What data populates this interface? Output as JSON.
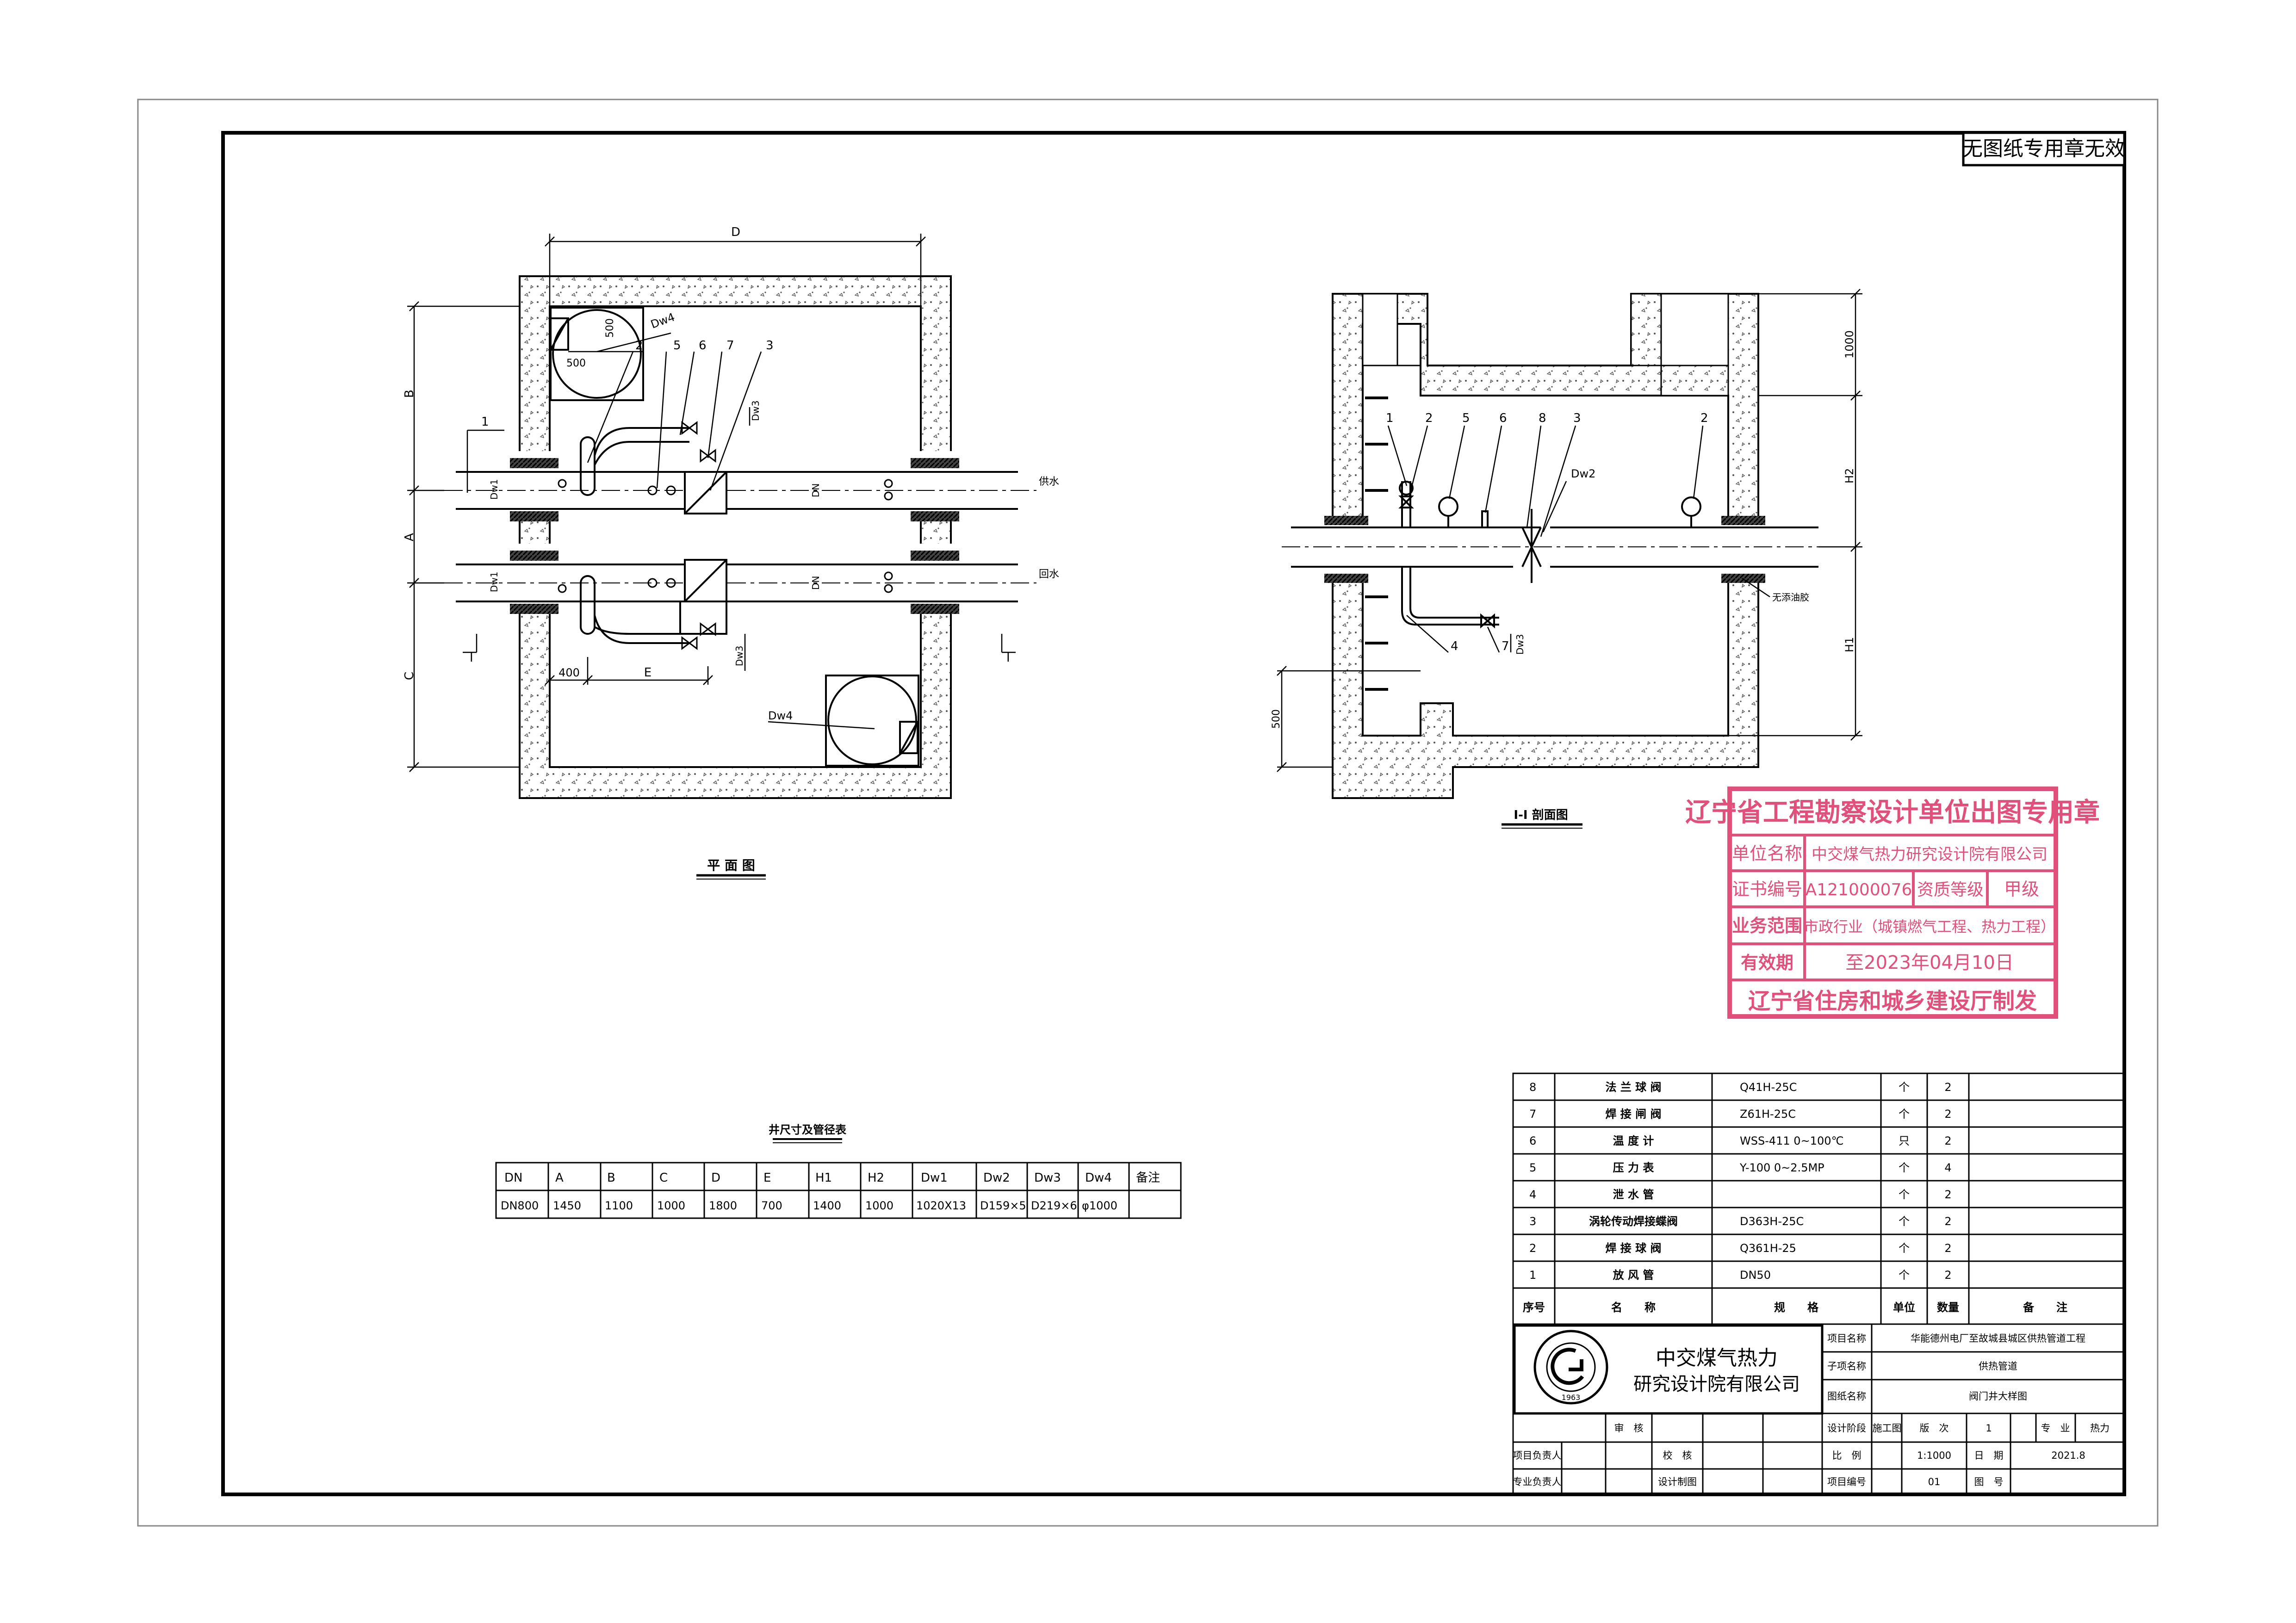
{
  "notice": "无图纸专用章无效",
  "plan": {
    "title": "平 面 图",
    "dim_D": "D",
    "dim_A": "A",
    "dim_B": "B",
    "dim_C": "C",
    "dim_E": "E",
    "dim_400": "400",
    "dim_500a": "500",
    "dim_500b": "500",
    "dw4_top": "Dw4",
    "dw4_bottom": "Dw4",
    "dw3_top": "Dw3",
    "dw3_bottom": "Dw3",
    "dw1_top": "Dw1",
    "dw1_bottom": "Dw1",
    "dn_top": "DN",
    "dn_bottom": "DN",
    "supply": "供水",
    "return": "回水",
    "section_mark": "I",
    "callouts": [
      "1",
      "2",
      "5",
      "6",
      "7",
      "3"
    ]
  },
  "section": {
    "title": "I-I 剖面图",
    "dim_1000": "1000",
    "dim_H2": "H2",
    "dim_H1": "H1",
    "dim_500": "500",
    "dw2": "Dw2",
    "dw3": "Dw3",
    "note": "无添油胶",
    "callouts_top": [
      "1",
      "2",
      "5",
      "6",
      "8",
      "3",
      "2"
    ],
    "callouts_bottom": [
      "4",
      "7"
    ]
  },
  "dim_table": {
    "title": "井尺寸及管径表",
    "headers": [
      "DN",
      "A",
      "B",
      "C",
      "D",
      "E",
      "H1",
      "H2",
      "Dw1",
      "Dw2",
      "Dw3",
      "Dw4",
      "备注"
    ],
    "row": [
      "DN800",
      "1450",
      "1100",
      "1000",
      "1800",
      "700",
      "1400",
      "1000",
      "1020X13",
      "D159×5",
      "D219×6",
      "φ1000",
      ""
    ]
  },
  "stamp": {
    "title": "辽宁省工程勘察设计单位出图专用章",
    "r1_label": "单位名称",
    "r1_value": "中交煤气热力研究设计院有限公司",
    "r2_label": "证书编号",
    "r2_value": "A121000076",
    "r2_label2": "资质等级",
    "r2_value2": "甲级",
    "r3_label": "业务范围",
    "r3_value": "市政行业（城镇燃气工程、热力工程）",
    "r4_label": "有效期",
    "r4_value": "至2023年04月10日",
    "footer": "辽宁省住房和城乡建设厅制发"
  },
  "equipment": {
    "headers": [
      "序号",
      "名　　称",
      "规　　格",
      "单位",
      "数量",
      "备　　注"
    ],
    "rows": [
      [
        "8",
        "法 兰 球 阀",
        "Q41H-25C",
        "个",
        "2",
        ""
      ],
      [
        "7",
        "焊 接 闸 阀",
        "Z61H-25C",
        "个",
        "2",
        ""
      ],
      [
        "6",
        "温 度 计",
        "WSS-411 0~100℃",
        "只",
        "2",
        ""
      ],
      [
        "5",
        "压 力 表",
        "Y-100 0~2.5MP",
        "个",
        "4",
        ""
      ],
      [
        "4",
        "泄 水 管",
        "",
        "个",
        "2",
        ""
      ],
      [
        "3",
        "涡轮传动焊接蝶阀",
        "D363H-25C",
        "个",
        "2",
        ""
      ],
      [
        "2",
        "焊 接 球 阀",
        "Q361H-25",
        "个",
        "2",
        ""
      ],
      [
        "1",
        "放 风 管",
        "DN50",
        "个",
        "2",
        ""
      ]
    ]
  },
  "title_block": {
    "company_line1": "中交煤气热力",
    "company_line2": "研究设计院有限公司",
    "logo_year": "1963",
    "label_project": "项目名称",
    "project": "华能德州电厂至故城县城区供热管道工程",
    "label_sub": "子项名称",
    "sub": "供热管道",
    "label_drawing": "图纸名称",
    "drawing": "阀门井大样图",
    "label_stage": "设计阶段",
    "stage": "施工图",
    "label_version": "版　次",
    "version": "1",
    "label_major": "专　业",
    "major": "热力",
    "label_scale": "比　例",
    "scale": "1:1000",
    "label_date": "日　期",
    "date": "2021.8",
    "label_no": "项目编号",
    "no": "01",
    "label_drawno": "图　号",
    "drawno": "",
    "label_review": "审　核",
    "label_check": "校　核",
    "label_design": "设计制图",
    "label_pm": "项目负责人",
    "label_lead": "专业负责人"
  }
}
